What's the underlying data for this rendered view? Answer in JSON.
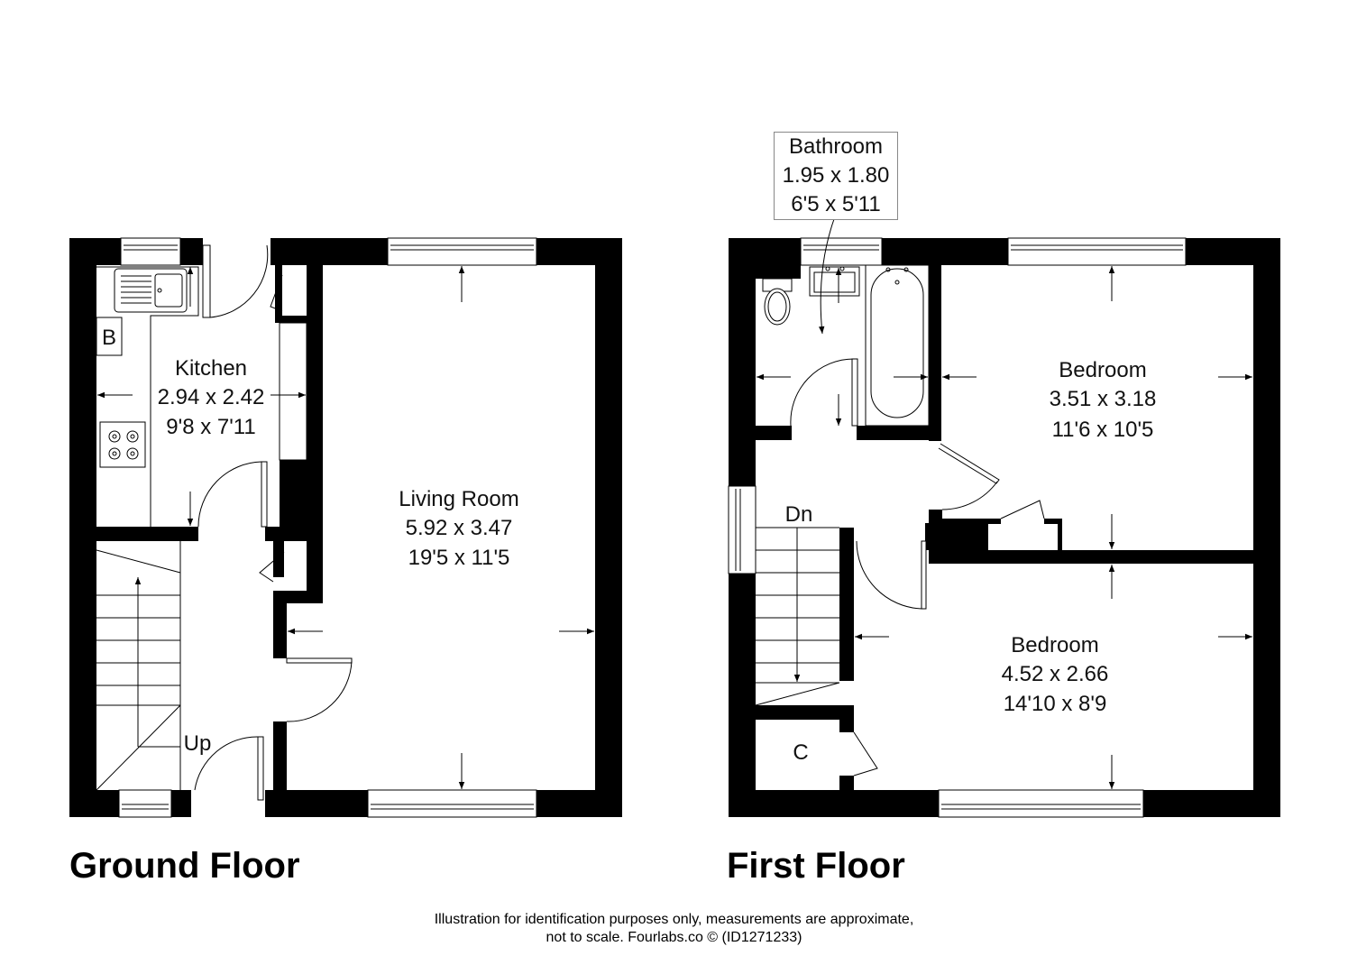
{
  "ground_floor": {
    "title": "Ground Floor",
    "rooms": {
      "kitchen": {
        "name": "Kitchen",
        "metric": "2.94 x 2.42",
        "imperial": "9'8 x 7'11"
      },
      "living_room": {
        "name": "Living Room",
        "metric": "5.92 x 3.47",
        "imperial": "19'5 x 11'5"
      }
    },
    "labels": {
      "boiler": "B",
      "stairs": "Up"
    }
  },
  "first_floor": {
    "title": "First Floor",
    "rooms": {
      "bathroom": {
        "name": "Bathroom",
        "metric": "1.95 x 1.80",
        "imperial": "6'5 x 5'11"
      },
      "bedroom_1": {
        "name": "Bedroom",
        "metric": "3.51 x 3.18",
        "imperial": "11'6 x 10'5"
      },
      "bedroom_2": {
        "name": "Bedroom",
        "metric": "4.52 x 2.66",
        "imperial": "14'10 x 8'9"
      }
    },
    "labels": {
      "cupboard": "C",
      "stairs": "Dn"
    }
  },
  "footer": {
    "line1": "Illustration for identification purposes only, measurements are approximate,",
    "line2": "not to scale. Fourlabs.co © (ID1271233)"
  },
  "colors": {
    "wall": "#000000",
    "background": "#ffffff",
    "label_border": "#888888"
  }
}
